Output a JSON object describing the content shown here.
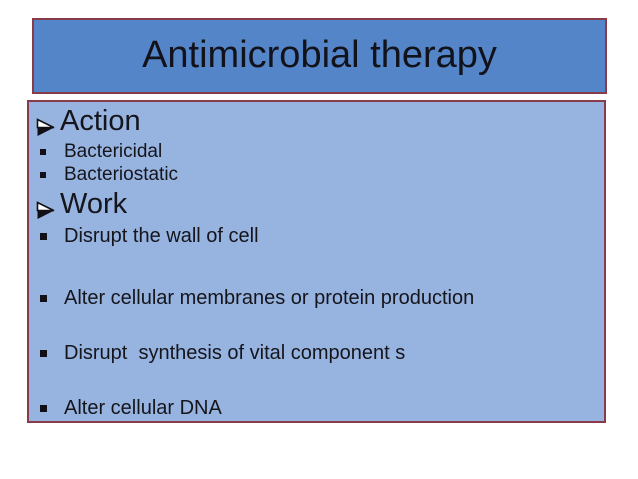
{
  "slide": {
    "title": "Antimicrobial therapy",
    "content": {
      "items": [
        {
          "level": "heading",
          "bullet": "arrow-bullet",
          "text": "Action"
        },
        {
          "level": "sub",
          "bullet": "square-bullet",
          "text": "Bactericidal"
        },
        {
          "level": "sub",
          "bullet": "square-bullet",
          "text": "Bacteriostatic"
        },
        {
          "level": "heading",
          "bullet": "arrow-bullet",
          "text": "Work"
        },
        {
          "level": "point",
          "bullet": "square-bullet",
          "text": "Disrupt the wall of cell"
        },
        {
          "level": "point",
          "bullet": "square-bullet",
          "text": "Alter cellular membranes or protein production"
        },
        {
          "level": "point",
          "bullet": "square-bullet",
          "text": "Disrupt  synthesis of vital component s"
        },
        {
          "level": "point",
          "bullet": "square-bullet",
          "text": "Alter cellular DNA"
        }
      ]
    },
    "colors": {
      "title_box_fill": "#5585c9",
      "content_box_fill": "#97b3df",
      "box_border": "#873b4b",
      "text": "#15151c",
      "page_background": "#ffffff"
    }
  }
}
